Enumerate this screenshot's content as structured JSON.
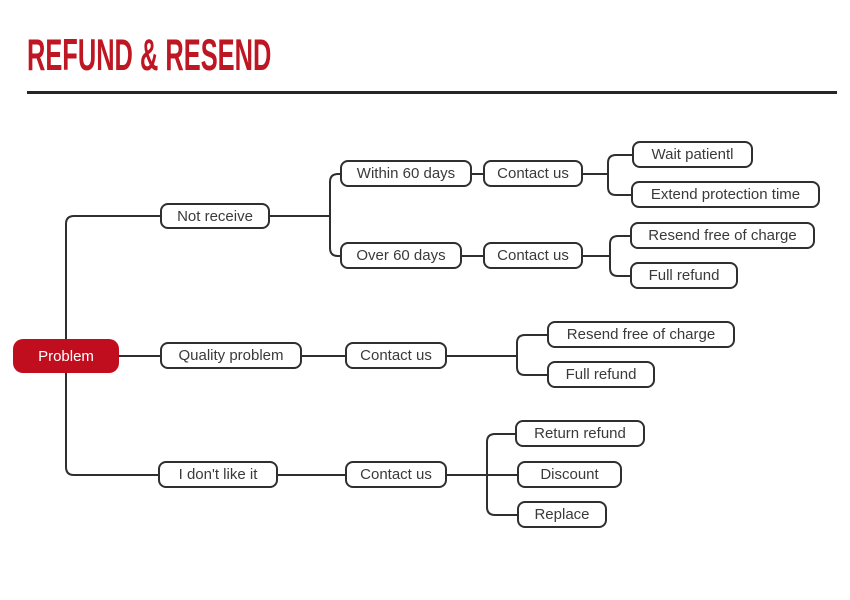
{
  "title": "REFUND & RESEND",
  "colors": {
    "accent_red": "#be1622",
    "problem_fill": "#c00e1e",
    "line": "#2f2f2f"
  },
  "tree": {
    "root": {
      "label": "Problem"
    },
    "branches": [
      {
        "label": "Not receive",
        "children": [
          {
            "label": "Within 60 days",
            "next": "Contact us",
            "outcomes": [
              "Wait patientl",
              "Extend protection time"
            ]
          },
          {
            "label": "Over 60 days",
            "next": "Contact us",
            "outcomes": [
              "Resend free of charge",
              "Full refund"
            ]
          }
        ]
      },
      {
        "label": "Quality problem",
        "next": "Contact us",
        "outcomes": [
          "Resend free of charge",
          "Full refund"
        ]
      },
      {
        "label": "I don't like it",
        "next": "Contact us",
        "outcomes": [
          "Return refund",
          "Discount",
          "Replace"
        ]
      }
    ]
  }
}
